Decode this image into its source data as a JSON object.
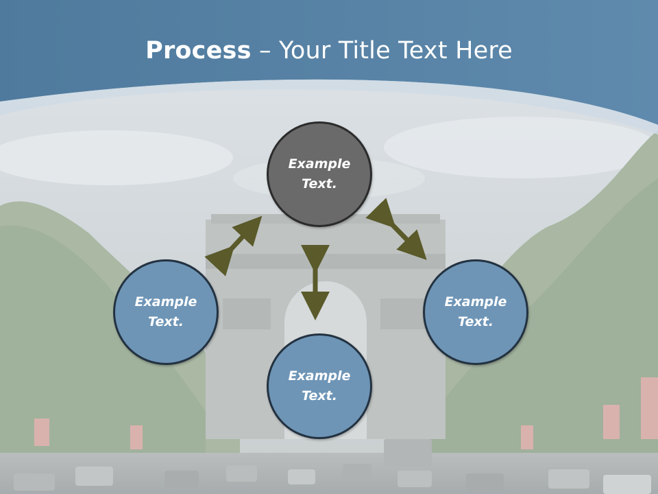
{
  "slide": {
    "title_bold": "Process",
    "title_rest": " – Your Title Text Here"
  },
  "nodes": {
    "top": {
      "line1": "Example",
      "line2": "Text."
    },
    "left": {
      "line1": "Example",
      "line2": "Text."
    },
    "right": {
      "line1": "Example",
      "line2": "Text."
    },
    "bottom": {
      "line1": "Example",
      "line2": "Text."
    }
  },
  "colors": {
    "header_blue": "#5a84a6",
    "node_blue": "#6e95b6",
    "node_gray": "#6a6a6a",
    "arrow_olive": "#5a5a2a"
  }
}
